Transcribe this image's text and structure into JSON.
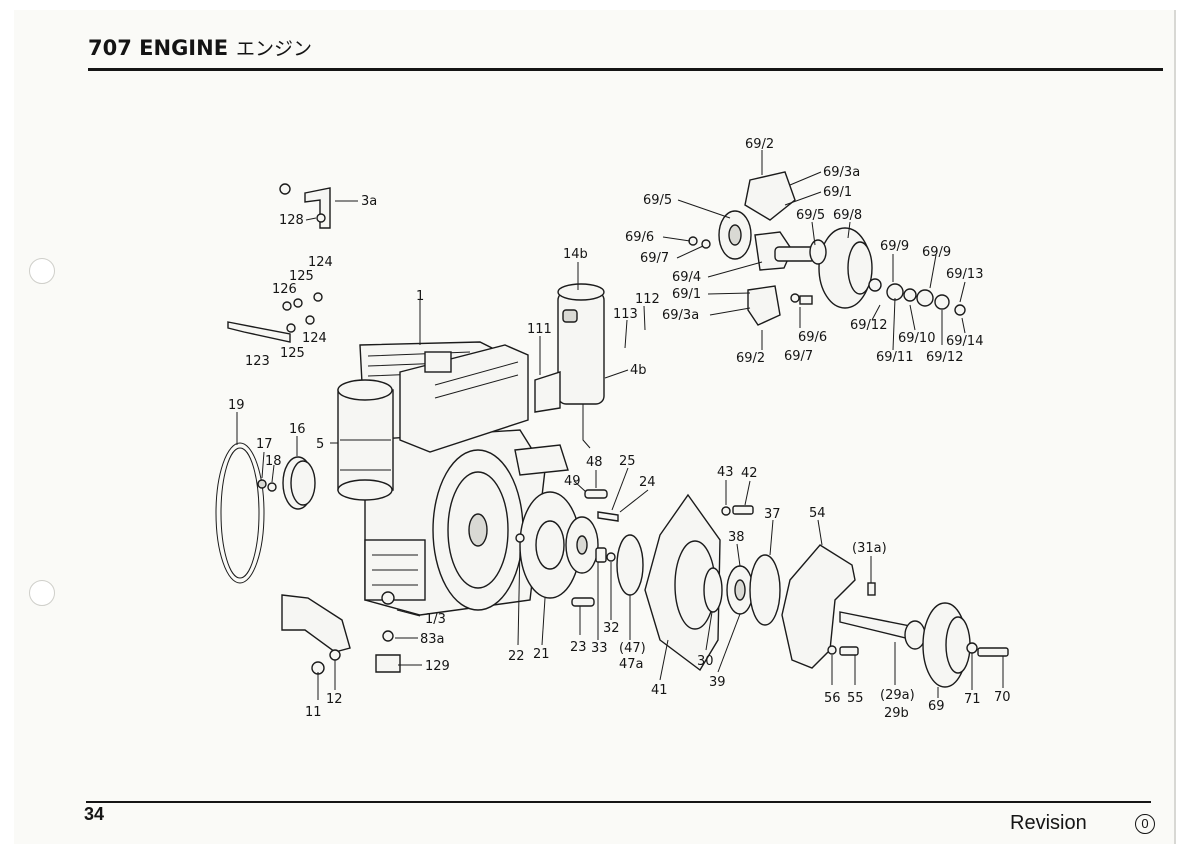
{
  "header": {
    "title": "707 ENGINE",
    "title_jp": "エンジン"
  },
  "footer": {
    "page_number": "34",
    "revision_label": "Revision",
    "revision_number": "0"
  },
  "diagram": {
    "callouts": [
      "69/2",
      "69/3a",
      "69/1",
      "69/5",
      "69/5",
      "69/8",
      "69/6",
      "69/7",
      "69/9",
      "69/9",
      "69/4",
      "69/13",
      "69/1",
      "69/3a",
      "69/12",
      "69/10",
      "69/14",
      "69/2",
      "69/7",
      "69/11",
      "69/12",
      "69/6",
      "3a",
      "128",
      "124",
      "125",
      "126",
      "124",
      "125",
      "123",
      "1",
      "14b",
      "112",
      "113",
      "111",
      "4b",
      "19",
      "17",
      "18",
      "16",
      "5",
      "48",
      "25",
      "49",
      "24",
      "43",
      "42",
      "37",
      "54",
      "38",
      "(31a)",
      "1/3",
      "83a",
      "129",
      "11",
      "12",
      "22",
      "21",
      "23",
      "33",
      "32",
      "(47)",
      "47a",
      "41",
      "30",
      "39",
      "56",
      "55",
      "(29a)",
      "29b",
      "69",
      "71",
      "70"
    ]
  }
}
